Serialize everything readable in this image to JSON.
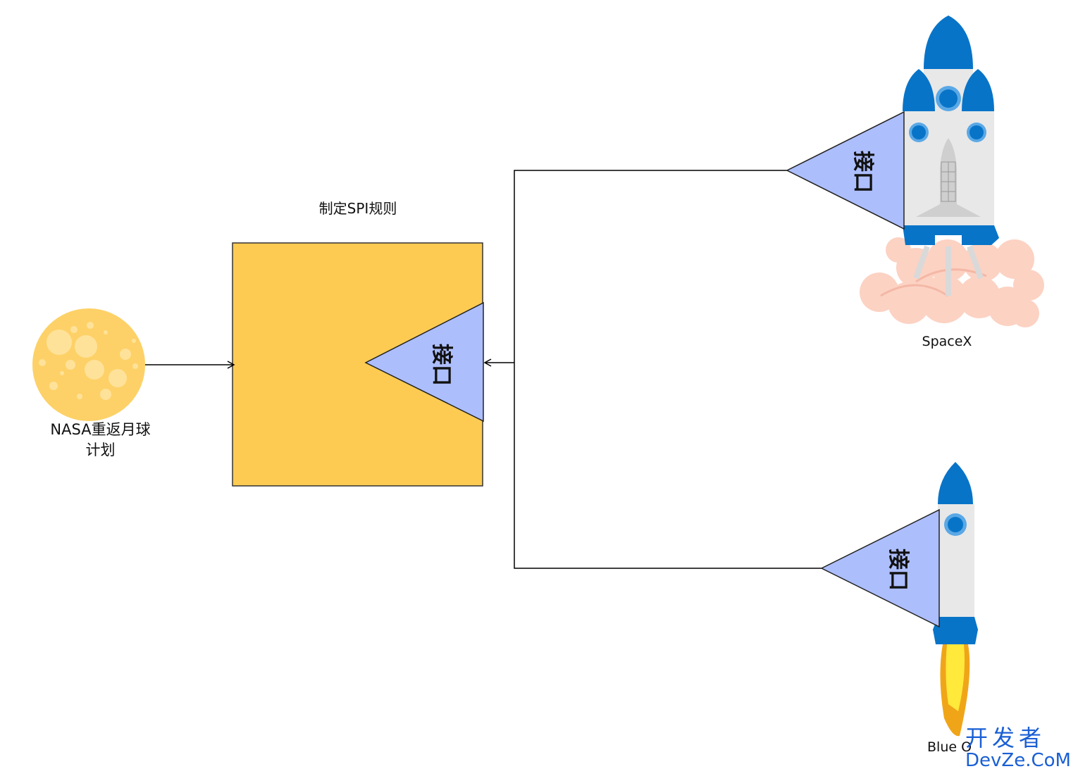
{
  "nodes": {
    "moon": {
      "label": "NASA重返月球\n计划"
    },
    "spi_box": {
      "title": "制定SPI规则",
      "interface": "接口"
    },
    "spacex": {
      "label": "SpaceX",
      "interface": "接口"
    },
    "blue_origin": {
      "label": "Blue O",
      "interface": "接口"
    }
  },
  "watermark": {
    "cn": "开发者",
    "en": "DevZe.CoM"
  },
  "colors": {
    "box": "#FECB52",
    "interface": "#ADBEFD",
    "rocket_blue": "#0874C8",
    "rocket_body": "#E8E8E8",
    "moon": "#FDD167",
    "cloud": "#FCD0C0",
    "flame": "#F5A623",
    "watermark": "#1A5FD4"
  }
}
